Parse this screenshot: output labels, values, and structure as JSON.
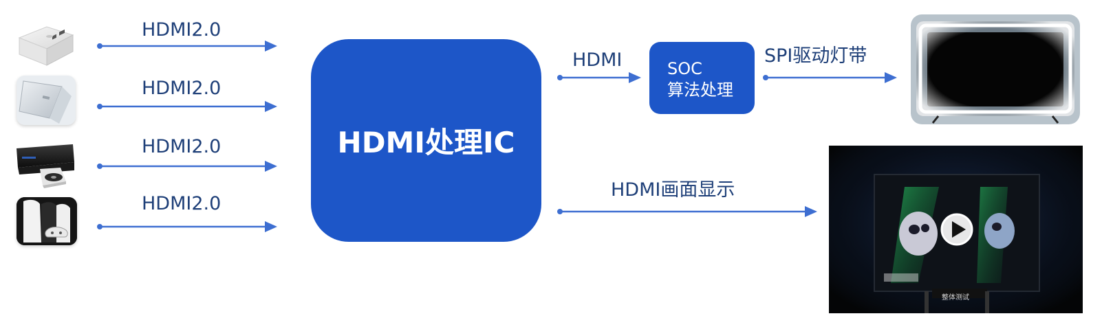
{
  "diagram": {
    "inputs": [
      {
        "label": "HDMI2.0",
        "device": "tv-box-icon"
      },
      {
        "label": "HDMI2.0",
        "device": "laptop-icon"
      },
      {
        "label": "HDMI2.0",
        "device": "bluray-player-icon"
      },
      {
        "label": "HDMI2.0",
        "device": "game-console-icon"
      }
    ],
    "processor": {
      "label": "HDMI处理IC"
    },
    "to_soc": {
      "label": "HDMI"
    },
    "soc": {
      "line1": "SOC",
      "line2": "算法处理"
    },
    "to_led": {
      "label": "SPI驱动灯带"
    },
    "to_display": {
      "label": "HDMI画面显示"
    },
    "display_caption": "整体测试",
    "colors": {
      "arrow": "#3d6ed1",
      "box_fill": "#1d56c8",
      "label_text": "#1e3f78"
    }
  }
}
